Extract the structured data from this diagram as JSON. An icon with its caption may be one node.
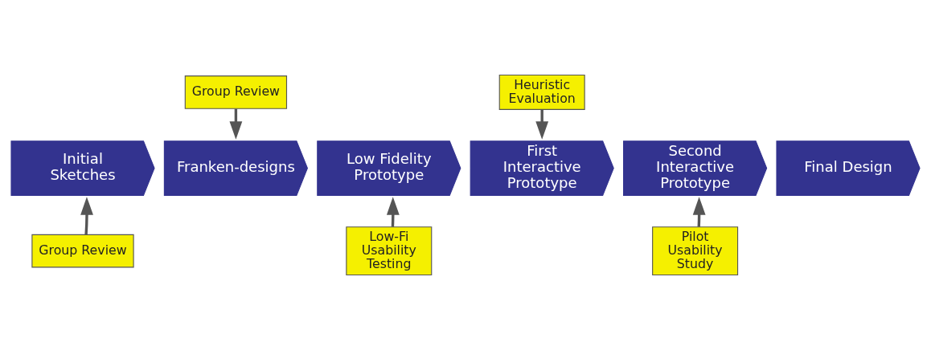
{
  "diagram": {
    "nodes": [
      {
        "text": [
          "Initial Sketches"
        ]
      },
      {
        "text": [
          "Franken-designs"
        ]
      },
      {
        "text": [
          "Low Fidelity Prototype"
        ]
      },
      {
        "text": [
          "First Interactive Prototype"
        ]
      },
      {
        "text": [
          "Second Interactive Prototype"
        ]
      },
      {
        "text": [
          "Final Design"
        ]
      },
      {
        "text": [
          "Group Review"
        ]
      },
      {
        "text": [
          "Heuristic Evaluation"
        ]
      },
      {
        "text": [
          "Group Review"
        ]
      },
      {
        "text": [
          "Low-Fi Usability Testing"
        ]
      },
      {
        "text": [
          "Pilot Usability Study"
        ]
      }
    ],
    "edges": [
      {
        "from": 6,
        "to": 1,
        "arrow": "to"
      },
      {
        "from": 7,
        "to": 3,
        "arrow": "to"
      },
      {
        "from": 8,
        "to": 0,
        "arrow": "to"
      },
      {
        "from": 9,
        "to": 2,
        "arrow": "to"
      },
      {
        "from": 10,
        "to": 4,
        "arrow": "to"
      }
    ]
  }
}
